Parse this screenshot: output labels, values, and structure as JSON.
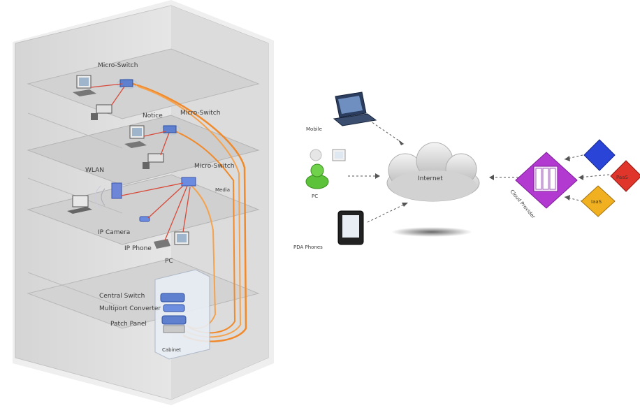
{
  "building": {
    "labels": {
      "micro_switch_top": "Micro-Switch",
      "notice": "Notice",
      "micro_switch_right": "Micro-Switch",
      "wlan": "WLAN",
      "micro_switch_mid": "Micro-Switch",
      "media": "Media",
      "ip_camera": "IP Camera",
      "ip_phone": "IP Phone",
      "pc": "PC",
      "central_switch": "Central Switch",
      "multiport_converter": "Multiport Converter",
      "patch_panel": "Patch Panel",
      "cabinet": "Cabinet"
    },
    "colors": {
      "fiber": "#f08a2c",
      "copper": "#d84a3a",
      "wall": "#d6d6d6",
      "floor": "#c9c9c9"
    }
  },
  "cloud_diagram": {
    "internet_label": "Internet",
    "clients": {
      "mobile": "Mobile",
      "pc": "PC",
      "pda_phones": "PDA Phones"
    },
    "provider_label": "Cloud Provider",
    "services": {
      "paas": "PaaS",
      "iaas": "IaaS"
    },
    "colors": {
      "saas": "#2a44d8",
      "paas": "#e0352a",
      "iaas": "#f0b020",
      "provider": "#b23ad0",
      "pc_user": "#5cc23a"
    }
  }
}
